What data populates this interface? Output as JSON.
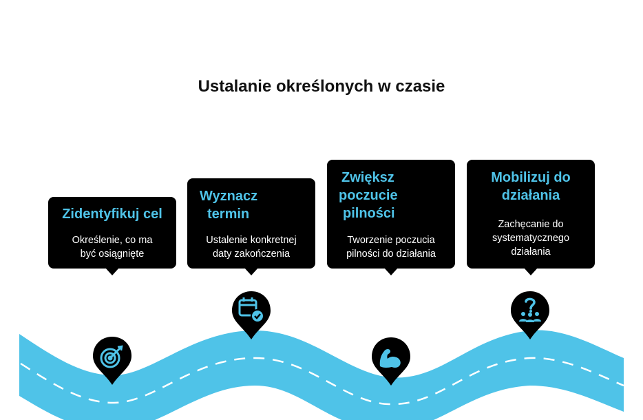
{
  "title": "Ustalanie określonych w czasie",
  "colors": {
    "accent": "#4fc3e8",
    "road": "#4fc3e8",
    "card_bg": "#000000",
    "text": "#ffffff"
  },
  "steps": [
    {
      "title_lines": [
        "Zidentyfikuj cel"
      ],
      "desc_lines": [
        "Określenie, co ma",
        "być osiągnięte"
      ],
      "icon": "target-icon"
    },
    {
      "title_lines": [
        "Wyznacz",
        "termin"
      ],
      "desc_lines": [
        "Ustalenie konkretnej",
        "daty zakończenia"
      ],
      "icon": "calendar-check-icon"
    },
    {
      "title_lines": [
        "Zwiększ",
        "poczucie",
        "pilności"
      ],
      "desc_lines": [
        "Tworzenie poczucia",
        "pilności do działania"
      ],
      "icon": "flexed-arm-icon"
    },
    {
      "title_lines": [
        "Mobilizuj do",
        "działania"
      ],
      "desc_lines": [
        "Zachęcanie do",
        "systematycznego",
        "działania"
      ],
      "icon": "group-question-icon"
    }
  ]
}
